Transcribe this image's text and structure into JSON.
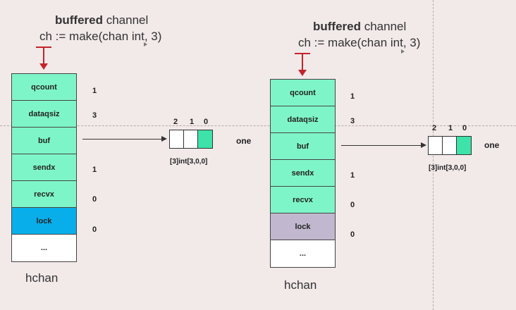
{
  "panels": [
    {
      "title_bold": "buffered",
      "title_rest": " channel",
      "code": "ch := make(chan int, 3)",
      "struct_name": "hchan",
      "fields": [
        {
          "label": "qcount",
          "value": "1"
        },
        {
          "label": "dataqsiz",
          "value": "3"
        },
        {
          "label": "buf",
          "value": ""
        },
        {
          "label": "sendx",
          "value": "1"
        },
        {
          "label": "recvx",
          "value": "0"
        },
        {
          "label": "lock",
          "value": "0"
        },
        {
          "label": "...",
          "value": ""
        }
      ],
      "buffer_indices": [
        "2",
        "1",
        "0"
      ],
      "buffer_type": "[3]int[3,0,0]",
      "buffer_element": "one",
      "lock_color": "#07aeea"
    },
    {
      "title_bold": "buffered",
      "title_rest": " channel",
      "code": "ch := make(chan int, 3)",
      "struct_name": "hchan",
      "fields": [
        {
          "label": "qcount",
          "value": "1"
        },
        {
          "label": "dataqsiz",
          "value": "3"
        },
        {
          "label": "buf",
          "value": ""
        },
        {
          "label": "sendx",
          "value": "1"
        },
        {
          "label": "recvx",
          "value": "0"
        },
        {
          "label": "lock",
          "value": "0"
        },
        {
          "label": "...",
          "value": ""
        }
      ],
      "buffer_indices": [
        "2",
        "1",
        "0"
      ],
      "buffer_type": "[3]int[3,0,0]",
      "buffer_element": "one",
      "lock_color": "#c1b8cf"
    }
  ],
  "colors": {
    "field_fill": "#7ef5c8",
    "filled_slot": "#3de3a8",
    "marker": "#c4242b",
    "background": "#f2e9e9"
  }
}
